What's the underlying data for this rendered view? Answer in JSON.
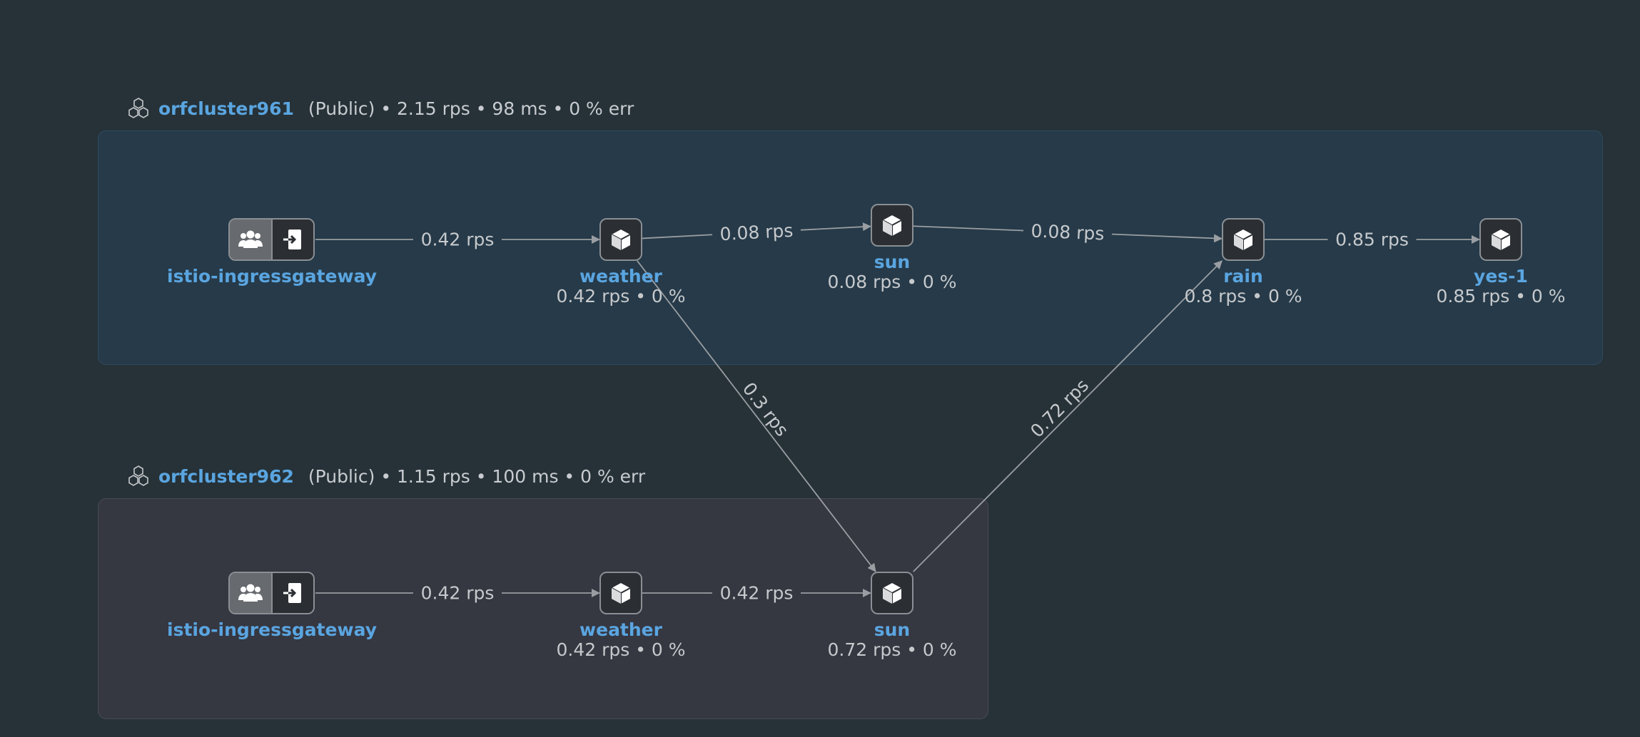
{
  "clusters": [
    {
      "name": "orfcluster961",
      "summary": "(Public) • 2.15 rps • 98 ms • 0 % err"
    },
    {
      "name": "orfcluster962",
      "summary": "(Public) • 1.15 rps • 100 ms • 0 % err"
    }
  ],
  "nodes": {
    "c1_gateway": {
      "label": "istio-ingressgateway",
      "icon": "users-icon + enter-icon"
    },
    "c1_weather": {
      "label": "weather",
      "stats": "0.42 rps • 0 %",
      "icon": "cube-icon"
    },
    "c1_sun": {
      "label": "sun",
      "stats": "0.08 rps • 0 %",
      "icon": "cube-icon"
    },
    "c1_rain": {
      "label": "rain",
      "stats": "0.8 rps • 0 %",
      "icon": "cube-icon"
    },
    "c1_yes1": {
      "label": "yes-1",
      "stats": "0.85 rps • 0 %",
      "icon": "cube-icon"
    },
    "c2_gateway": {
      "label": "istio-ingressgateway",
      "icon": "users-icon + enter-icon"
    },
    "c2_weather": {
      "label": "weather",
      "stats": "0.42 rps • 0 %",
      "icon": "cube-icon"
    },
    "c2_sun": {
      "label": "sun",
      "stats": "0.72 rps • 0 %",
      "icon": "cube-icon"
    }
  },
  "edges": [
    {
      "from": "c1_gateway",
      "to": "c1_weather",
      "label": "0.42 rps"
    },
    {
      "from": "c1_weather",
      "to": "c1_sun",
      "label": "0.08 rps"
    },
    {
      "from": "c1_sun",
      "to": "c1_rain",
      "label": "0.08 rps"
    },
    {
      "from": "c1_rain",
      "to": "c1_yes1",
      "label": "0.85 rps"
    },
    {
      "from": "c1_weather",
      "to": "c2_sun",
      "label": "0.3 rps"
    },
    {
      "from": "c2_sun",
      "to": "c1_rain",
      "label": "0.72 rps"
    },
    {
      "from": "c2_gateway",
      "to": "c2_weather",
      "label": "0.42 rps"
    },
    {
      "from": "c2_weather",
      "to": "c2_sun",
      "label": "0.42 rps"
    }
  ],
  "colors": {
    "background": "#263238",
    "cluster1_fill": "#263a49",
    "cluster2_fill": "#353741",
    "node_label": "#5aa5e0",
    "edge": "#9a9ea2",
    "text": "#c6c9cc"
  }
}
